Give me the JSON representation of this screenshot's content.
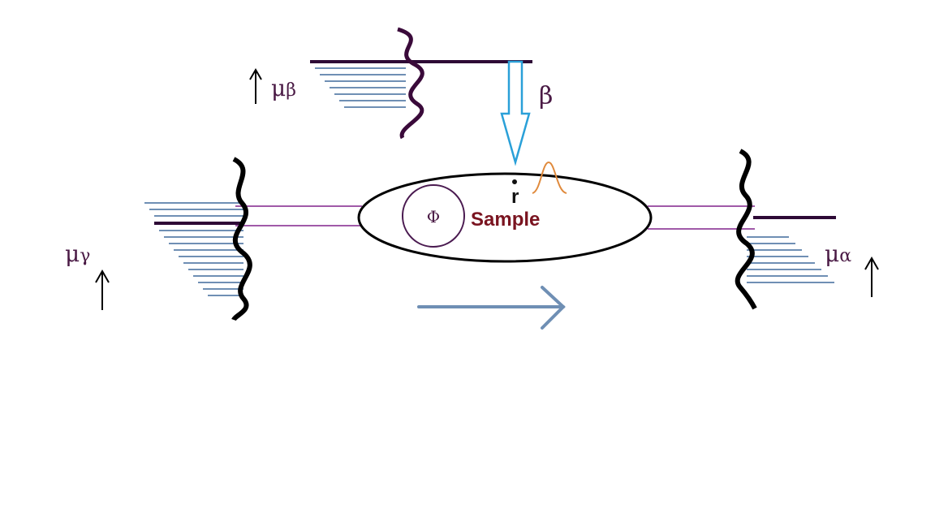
{
  "labels": {
    "mu_beta": "μ",
    "mu_beta_sub": "β",
    "beta": "β",
    "mu_gamma": "μ",
    "mu_gamma_sub": "γ",
    "mu_alpha": "μ",
    "mu_alpha_sub": "α",
    "phi": "Φ",
    "sample": "Sample",
    "r": "r"
  },
  "colors": {
    "background": "#ffffff",
    "fermi_level_line": "#2e0a36",
    "filling_lines": "#6f8fb4",
    "lead_edge_wavy": "#000000",
    "top_wavy": "#3a0a3a",
    "lead_lines": "#a05aa8",
    "sample_outline": "#000000",
    "phi_circle": "#4a1a50",
    "injection_arrow": "#2aa0d8",
    "flow_arrow": "#6f8fb4",
    "gaussian": "#e08a3c",
    "sample_text": "#7a1420",
    "math_text": "#4a1a45"
  },
  "icons": {
    "injection_arrow": "down-arrow-hollow",
    "flow_arrow": "right-arrow",
    "potential_arrows": "up-arrow"
  }
}
